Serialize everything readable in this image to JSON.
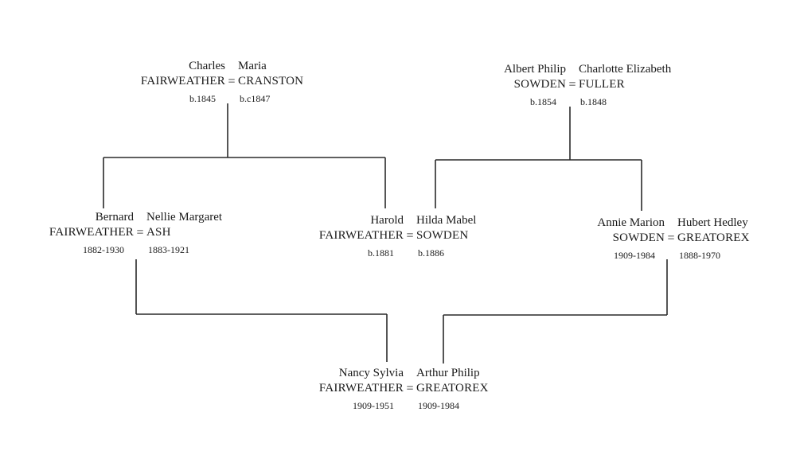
{
  "couples": {
    "charles_maria": {
      "left": {
        "given": "Charles",
        "surname": "FAIRWEATHER",
        "dates": "b.1845"
      },
      "right": {
        "given": "Maria",
        "surname": "CRANSTON",
        "dates": "b.c1847"
      }
    },
    "albert_charlotte": {
      "left": {
        "given": "Albert Philip",
        "surname": "SOWDEN",
        "dates": "b.1854"
      },
      "right": {
        "given": "Charlotte Elizabeth",
        "surname": "FULLER",
        "dates": "b.1848"
      }
    },
    "bernard_nellie": {
      "left": {
        "given": "Bernard",
        "surname": "FAIRWEATHER",
        "dates": "1882-1930"
      },
      "right": {
        "given": "Nellie Margaret",
        "surname": "ASH",
        "dates": "1883-1921"
      }
    },
    "harold_hilda": {
      "left": {
        "given": "Harold",
        "surname": "FAIRWEATHER",
        "dates": "b.1881"
      },
      "right": {
        "given": "Hilda Mabel",
        "surname": "SOWDEN",
        "dates": "b.1886"
      }
    },
    "annie_hubert": {
      "left": {
        "given": "Annie Marion",
        "surname": "SOWDEN",
        "dates": "1909-1984"
      },
      "right": {
        "given": "Hubert Hedley",
        "surname": "GREATOREX",
        "dates": "1888-1970"
      }
    },
    "nancy_arthur": {
      "left": {
        "given": "Nancy Sylvia",
        "surname": "FAIRWEATHER",
        "dates": "1909-1951"
      },
      "right": {
        "given": "Arthur Philip",
        "surname": "GREATOREX",
        "dates": "1909-1984"
      }
    }
  },
  "marriage_symbol": "="
}
